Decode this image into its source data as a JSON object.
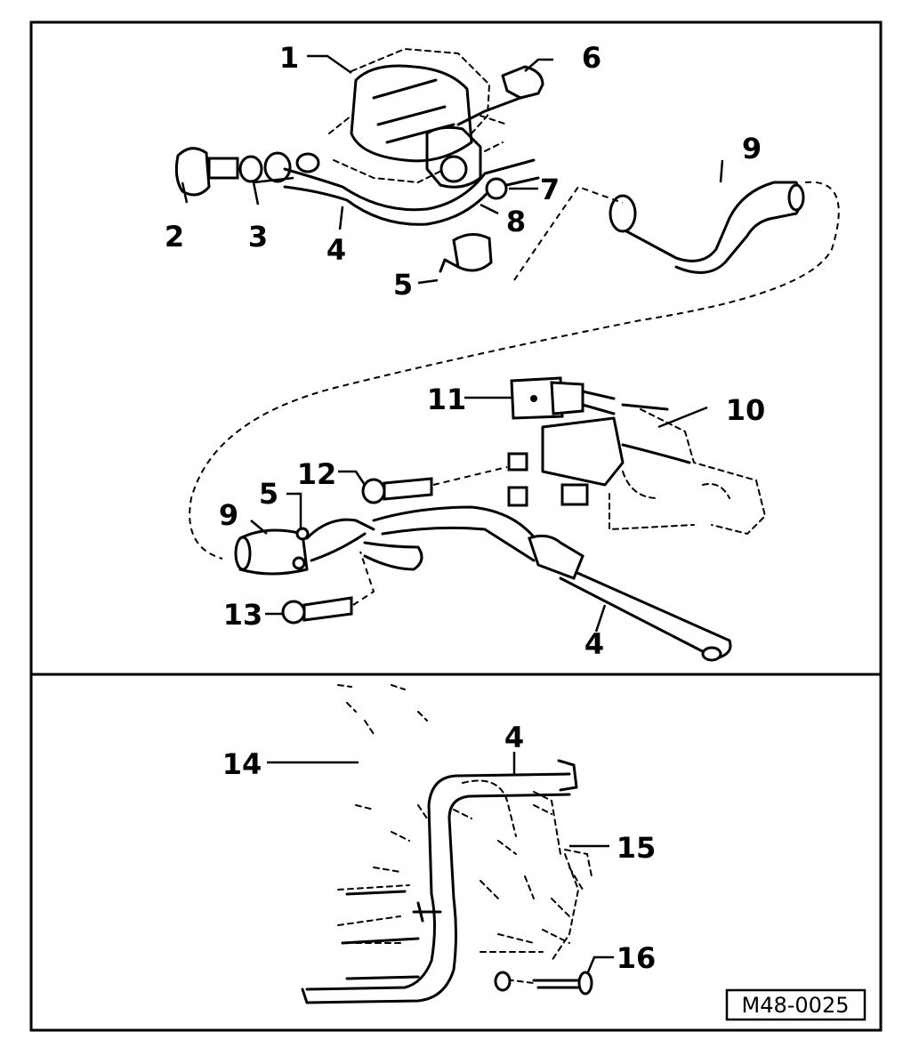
{
  "callouts": {
    "c1": "1",
    "c2": "2",
    "c3": "3",
    "c4a": "4",
    "c5a": "5",
    "c6": "6",
    "c7": "7",
    "c8": "8",
    "c9a": "9",
    "c10": "10",
    "c11": "11",
    "c12": "12",
    "c5b": "5",
    "c9b": "9",
    "c13": "13",
    "c4b": "4",
    "c14": "14",
    "c4c": "4",
    "c15": "15",
    "c16": "16"
  },
  "reference_code": "M48-0025"
}
